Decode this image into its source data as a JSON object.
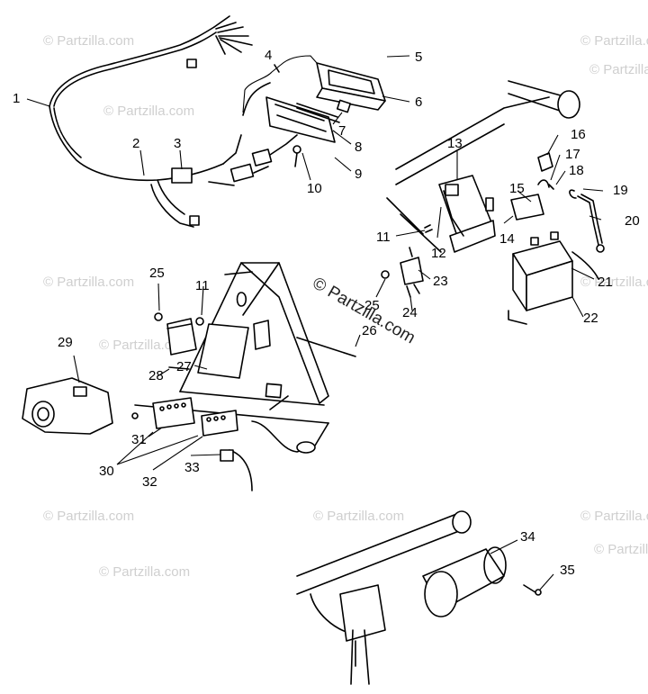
{
  "watermark_small": "© Partzilla.com",
  "watermark_center": "© Partzilla.com",
  "callouts": [
    "1",
    "2",
    "3",
    "4",
    "5",
    "6",
    "7",
    "8",
    "9",
    "10",
    "11",
    "11",
    "12",
    "13",
    "14",
    "15",
    "16",
    "17",
    "18",
    "19",
    "20",
    "21",
    "22",
    "23",
    "24",
    "25",
    "25",
    "26",
    "27",
    "28",
    "29",
    "30",
    "31",
    "32",
    "33",
    "34",
    "35"
  ]
}
